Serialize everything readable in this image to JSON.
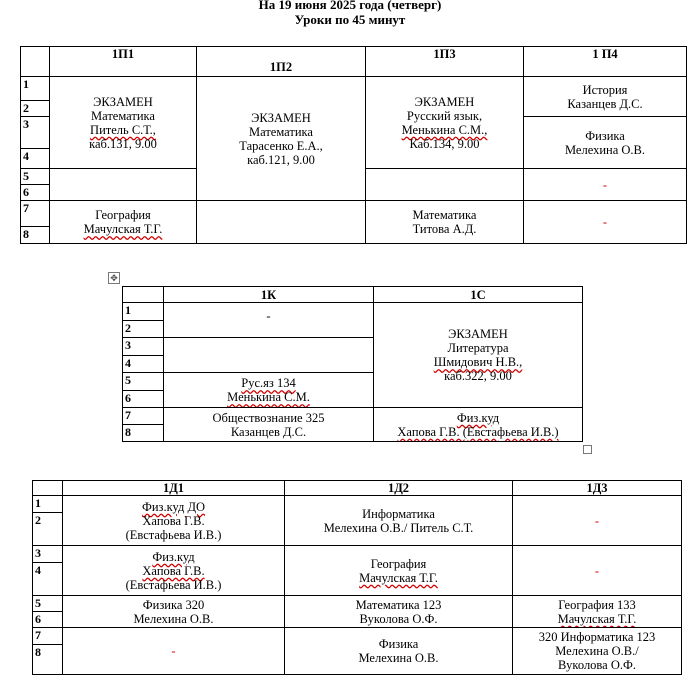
{
  "header": {
    "line1": "На 19 июня 2025 года (четверг)",
    "line2": "Уроки по 45 минут"
  },
  "table1": {
    "cols": [
      "1П1",
      "1П2",
      "1П3",
      "1 П4"
    ],
    "rows": [
      "1",
      "2",
      "3",
      "4",
      "5",
      "6",
      "7",
      "8"
    ],
    "p1_exam": [
      "ЭКЗАМЕН",
      "Математика",
      "Питель С.Т.,",
      "каб.131, 9.00"
    ],
    "p1_geo": [
      "География",
      "Мачулская Т.Г."
    ],
    "p2_exam": [
      "ЭКЗАМЕН",
      "Математика",
      "Тарасенко Е.А.,",
      "каб.121, 9.00"
    ],
    "p3_exam": [
      "ЭКЗАМЕН",
      "Русский язык,",
      "Менькина С.М.,",
      "Каб.134, 9.00"
    ],
    "p3_math": [
      "Математика",
      "Титова А.Д."
    ],
    "p4_hist": [
      "История",
      "Казанцев Д.С."
    ],
    "p4_phys": [
      "Физика",
      "Мелехина О.В."
    ],
    "dash": "-"
  },
  "table2": {
    "cols": [
      "1К",
      "1С"
    ],
    "rows": [
      "1",
      "2",
      "3",
      "4",
      "5",
      "6",
      "7",
      "8"
    ],
    "k_dash": "-",
    "k_rus": [
      "Рус.яз 134",
      "Менькина С.М."
    ],
    "k_soc": [
      "Обществознание 325",
      "Казанцев Д.С."
    ],
    "c_exam": [
      "ЭКЗАМЕН",
      "Литература",
      "Шмидович Н.В.,",
      "каб.322, 9.00"
    ],
    "c_pe": [
      "Физ.куд",
      "Хапова Г.В. (Евстафьева И.В.)"
    ]
  },
  "table3": {
    "cols": [
      "1Д1",
      "1Д2",
      "1Д3"
    ],
    "rows": [
      "1",
      "2",
      "3",
      "4",
      "5",
      "6",
      "7",
      "8"
    ],
    "d1_pe1": [
      "Физ.куд ДО",
      "Хапова Г.В.",
      "(Евстафьева И.В.)"
    ],
    "d1_pe2": [
      "Физ.куд",
      "Хапова Г.В.",
      "(Евстафьева И.В.)"
    ],
    "d1_phys": [
      "Физика 320",
      "Мелехина О.В."
    ],
    "d2_inf": [
      "Информатика",
      "Мелехина О.В./ Питель С.Т."
    ],
    "d2_geo": [
      "География",
      "Мачулская Т.Г."
    ],
    "d2_math": [
      "Математика 123",
      "Вуколова О.Ф."
    ],
    "d2_phys": [
      "Физика",
      "Мелехина О.В."
    ],
    "d3_geo": [
      "География 133",
      "Мачулская Т.Г."
    ],
    "d3_inf": [
      "320 Информатика 123",
      "Мелехина О.В./",
      "Вуколова О.Ф."
    ],
    "dash": "-"
  }
}
